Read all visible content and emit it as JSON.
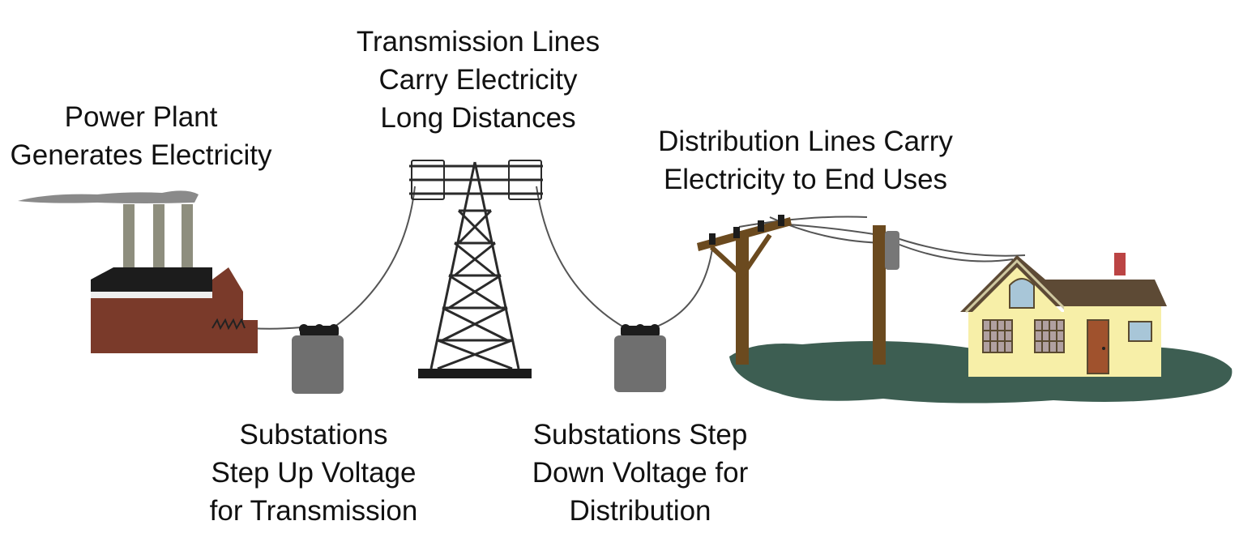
{
  "labels": {
    "power_plant": [
      "Power Plant",
      "Generates Electricity"
    ],
    "transmission": [
      "Transmission Lines",
      "Carry Electricity",
      "Long Distances"
    ],
    "distribution": [
      "Distribution Lines Carry",
      "Electricity to End Uses"
    ],
    "step_up": [
      "Substations",
      "Step Up Voltage",
      "for Transmission"
    ],
    "step_down": [
      "Substations Step",
      "Down Voltage for",
      "Distribution"
    ]
  },
  "colors": {
    "brick": "#7a3a2a",
    "roof_dark": "#1c1c1c",
    "smoke": "#8a8a8a",
    "stack": "#8e8e7e",
    "substation": "#6f6f6f",
    "tower": "#2a2a2a",
    "pole": "#6b4a1f",
    "house_wall": "#f7efa8",
    "house_roof": "#5d4a35",
    "door": "#a0522d",
    "ground": "#3d5e52",
    "wire": "#555555"
  },
  "icons": [
    "power-plant-icon",
    "substation-icon",
    "transmission-tower-icon",
    "utility-pole-icon",
    "house-icon"
  ]
}
